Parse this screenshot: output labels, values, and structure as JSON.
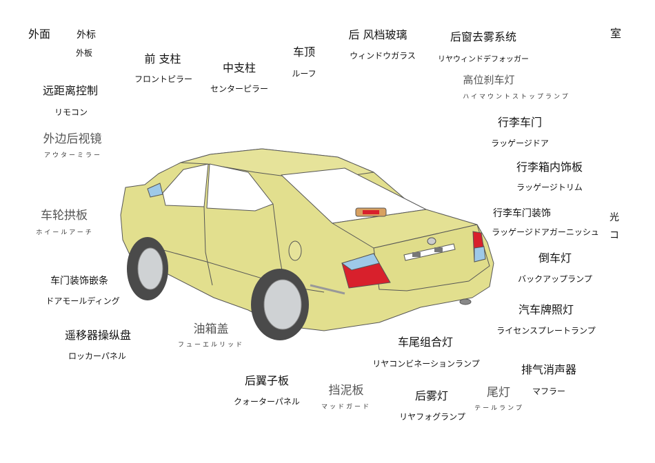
{
  "labels": {
    "exterior": "外面",
    "emblem": {
      "zh": "外标",
      "ja": "外板"
    },
    "front_pillar": {
      "zh": "前 支柱",
      "ja": "フロントピラー"
    },
    "center_pillar": {
      "zh": "中支柱",
      "ja": "センターピラー"
    },
    "roof": {
      "zh": "车顶",
      "ja": "ルーフ"
    },
    "rear_windshield": {
      "zh": "后 风档玻璃",
      "ja": "ウィンドウガラス"
    },
    "rear_defogger": {
      "zh": "后窗去雾系统",
      "ja": "リヤウィンドデフォッガー"
    },
    "room": "室",
    "remote_control": {
      "zh": "远距离控制",
      "ja": "リモコン"
    },
    "high_stop_lamp": {
      "zh": "高位刹车灯",
      "ja": "ハイマウントストップランプ"
    },
    "outer_mirror": {
      "zh": "外边后视镜",
      "ja": "アウターミラー"
    },
    "trunk_door": {
      "zh": "行李车门",
      "ja": "ラッゲージドア"
    },
    "trunk_trim": {
      "zh": "行李箱内饰板",
      "ja": "ラッゲージトリム"
    },
    "wheel_arch": {
      "zh": "车轮拱板",
      "ja": "ホイールアーチ"
    },
    "trunk_garnish": {
      "zh": "行李车门装饰",
      "ja": "ラッゲージドアガーニッシュ"
    },
    "light_mark": {
      "a": "光",
      "b": "コ"
    },
    "backup_lamp": {
      "zh": "倒车灯",
      "ja": "バックアップランプ"
    },
    "door_molding": {
      "zh": "车门装饰嵌条",
      "ja": "ドアモールディング"
    },
    "license_lamp": {
      "zh": "汽车牌照灯",
      "ja": "ライセンスプレートランプ"
    },
    "fuel_lid": {
      "zh": "油箱盖",
      "ja": "フューエルリッド"
    },
    "rocker_panel": {
      "zh": "遥移器操纵盘",
      "ja": "ロッカーパネル"
    },
    "rear_combo_lamp": {
      "zh": "车尾组合灯",
      "ja": "リヤコンビネーションランプ"
    },
    "quarter_panel": {
      "zh": "后翼子板",
      "ja": "クォーターパネル"
    },
    "mud_guard": {
      "zh": "挡泥板",
      "ja": "マッドガード"
    },
    "rear_fog_lamp": {
      "zh": "后雾灯",
      "ja": "リヤフォグランプ"
    },
    "tail_lamp": {
      "zh": "尾灯",
      "ja": "テールランプ"
    },
    "muffler": {
      "zh": "排气消声器",
      "ja": "マフラー"
    }
  },
  "colors": {
    "body": "#e2df8e",
    "glass": "#ffffff",
    "lamp_red": "#d8202c",
    "lamp_clear": "#9ec9e8",
    "tire": "#4a4a4a",
    "rim": "#cfd2d4"
  }
}
